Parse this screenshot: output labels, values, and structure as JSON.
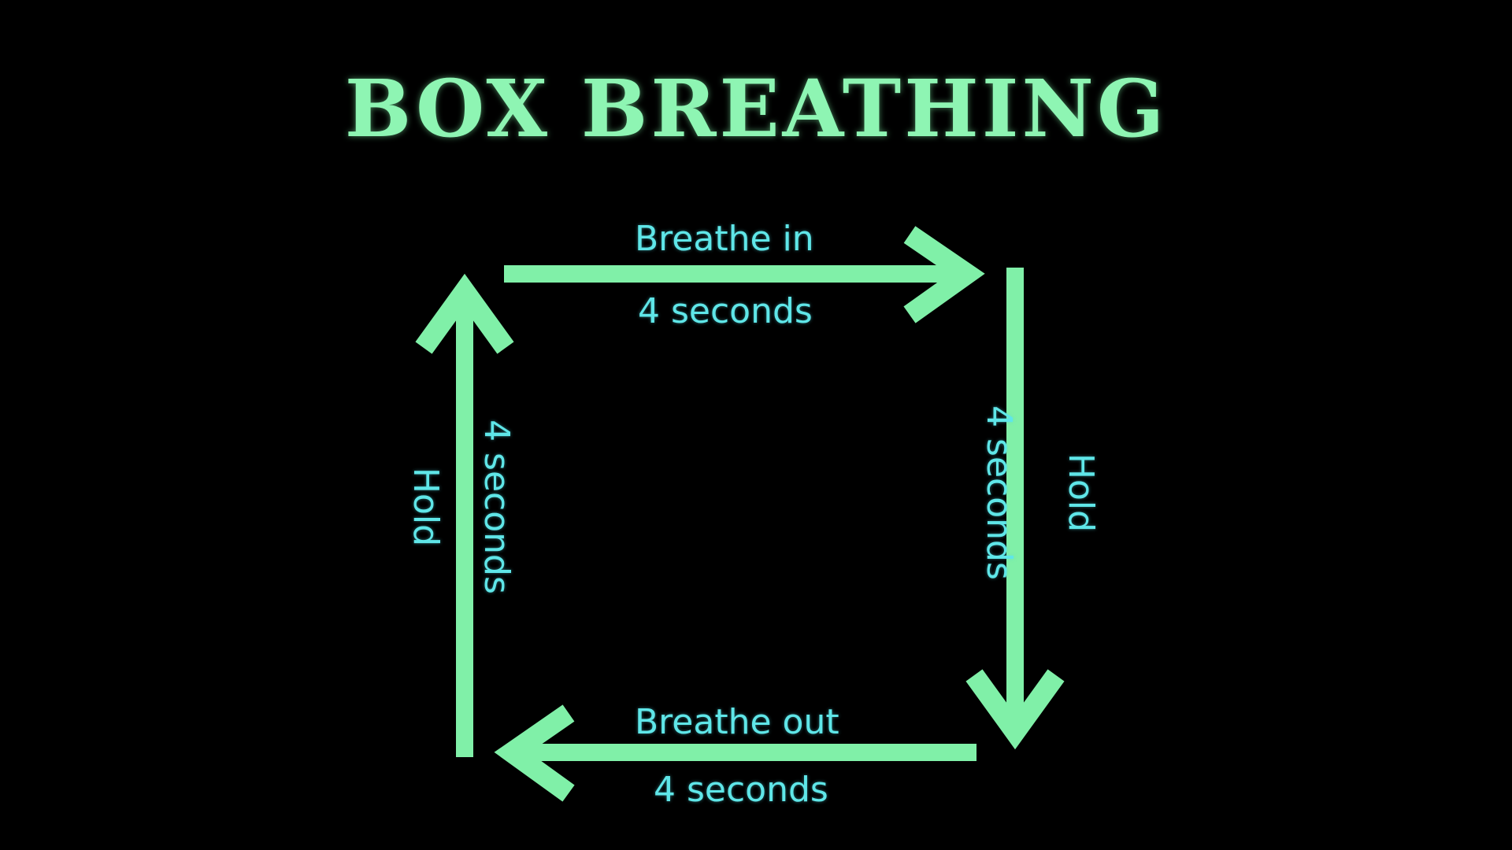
{
  "title": "BOX BREATHING",
  "colors": {
    "background": "#000000",
    "arrow": "#80f0a8",
    "title": "#8ef5b3",
    "label": "#5fe6e8"
  },
  "steps": [
    {
      "action": "Breathe in",
      "duration": "4 seconds",
      "direction": "right"
    },
    {
      "action": "Hold",
      "duration": "4 seconds",
      "direction": "down"
    },
    {
      "action": "Breathe out",
      "duration": "4 seconds",
      "direction": "left"
    },
    {
      "action": "Hold",
      "duration": "4 seconds",
      "direction": "up"
    }
  ]
}
